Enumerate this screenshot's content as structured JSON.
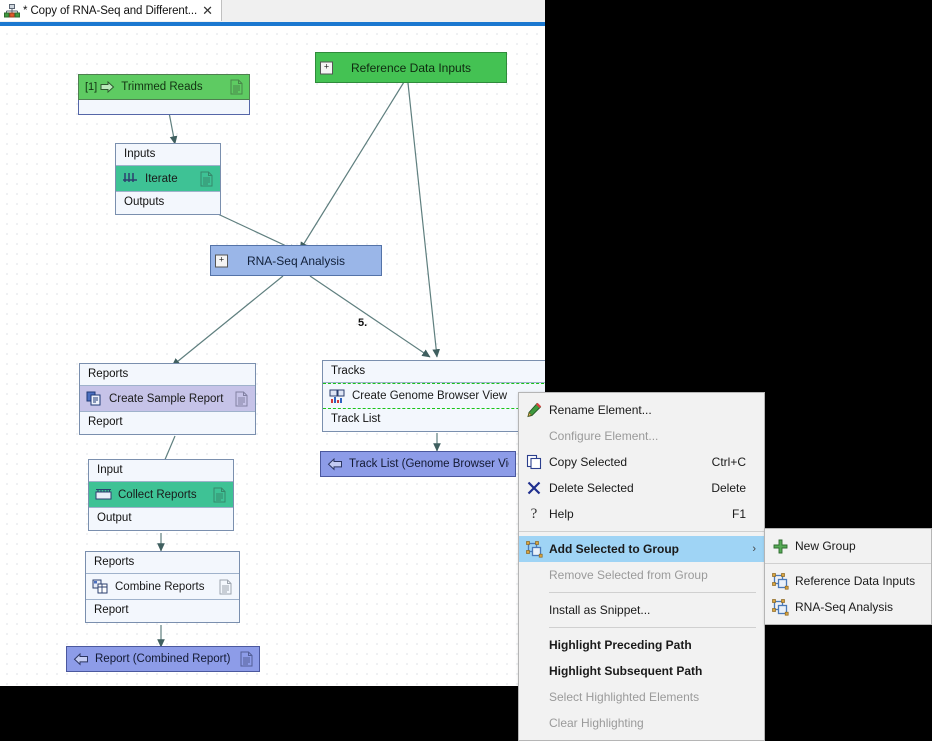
{
  "window": {
    "tab": {
      "icon": "workflow-icon",
      "title": "* Copy of RNA-Seq and Different...",
      "close": "✕"
    }
  },
  "canvas": {
    "nodes": [
      {
        "id": "trimmed-reads",
        "type": "io-green",
        "label": "Trimmed Reads",
        "prefix": "[1]",
        "icon": "input-arrow-icon",
        "doc_icon": "document-icon"
      },
      {
        "id": "iterate",
        "type": "group-box",
        "header": "Inputs",
        "body_label": "Iterate",
        "footer": "Outputs",
        "icon": "iterate-icon",
        "doc_icon": "document-icon",
        "body_color": "#3ec295"
      },
      {
        "id": "reference-data-inputs",
        "type": "collapsed-group-green",
        "label": "Reference Data Inputs",
        "expander": "+"
      },
      {
        "id": "rna-seq-analysis",
        "type": "collapsed-group-blue",
        "label": "RNA-Seq Analysis",
        "expander": "+"
      },
      {
        "id": "create-sample-report",
        "type": "group-box",
        "header": "Reports",
        "body_label": "Create Sample Report",
        "footer": "Report",
        "icon": "create-report-icon",
        "doc_icon": "document-icon",
        "body_color": "#c6c3e8"
      },
      {
        "id": "collect-reports",
        "type": "group-box",
        "header": "Input",
        "body_label": "Collect Reports",
        "footer": "Output",
        "icon": "collect-reports-icon",
        "doc_icon": "document-icon",
        "body_color": "#3ec295"
      },
      {
        "id": "combine-reports",
        "type": "group-box",
        "header": "Reports",
        "body_label": "Combine Reports",
        "footer": "Report",
        "icon": "combine-reports-icon",
        "doc_icon": "document-icon",
        "body_color": "#f3f7fd"
      },
      {
        "id": "report-combined-report",
        "type": "io-blue",
        "label": "Report (Combined Report)",
        "icon": "output-arrow-icon",
        "doc_icon": "document-icon"
      },
      {
        "id": "create-genome-browser-view",
        "type": "group-box",
        "header": "Tracks",
        "body_label": "Create Genome Browser View",
        "footer": "Track List",
        "icon": "genome-browser-icon",
        "doc_icon": "document-icon",
        "body_color": "#f3f7fd",
        "highlighted": true
      },
      {
        "id": "track-list-genome-browser-view",
        "type": "io-blue",
        "label": "Track List (Genome Browser View)",
        "icon": "output-arrow-icon",
        "doc_icon": "document-icon"
      }
    ],
    "edge_label": "5."
  },
  "context_menu": {
    "items": [
      {
        "label": "Rename Element...",
        "accel": "",
        "icon": "pencil-icon",
        "disabled": false,
        "selected": false,
        "bold": false,
        "submenu": false
      },
      {
        "label": "Configure Element...",
        "accel": "",
        "icon": "",
        "disabled": true,
        "selected": false,
        "bold": false,
        "submenu": false
      },
      {
        "label": "Copy Selected",
        "accel": "Ctrl+C",
        "icon": "copy-icon",
        "disabled": false,
        "selected": false,
        "bold": false,
        "submenu": false
      },
      {
        "label": "Delete Selected",
        "accel": "Delete",
        "icon": "delete-x-icon",
        "disabled": false,
        "selected": false,
        "bold": false,
        "submenu": false
      },
      {
        "label": "Help",
        "accel": "F1",
        "icon": "help-icon",
        "disabled": false,
        "selected": false,
        "bold": false,
        "submenu": false
      },
      {
        "label": "Add Selected to Group",
        "accel": "",
        "icon": "group-icon",
        "disabled": false,
        "selected": true,
        "bold": true,
        "submenu": true
      },
      {
        "label": "Remove Selected from Group",
        "accel": "",
        "icon": "",
        "disabled": true,
        "selected": false,
        "bold": false,
        "submenu": false
      },
      {
        "label": "Install as Snippet...",
        "accel": "",
        "icon": "",
        "disabled": false,
        "selected": false,
        "bold": false,
        "submenu": false
      },
      {
        "label": "Highlight Preceding Path",
        "accel": "",
        "icon": "",
        "disabled": false,
        "selected": false,
        "bold": true,
        "submenu": false
      },
      {
        "label": "Highlight Subsequent Path",
        "accel": "",
        "icon": "",
        "disabled": false,
        "selected": false,
        "bold": true,
        "submenu": false
      },
      {
        "label": "Select Highlighted Elements",
        "accel": "",
        "icon": "",
        "disabled": true,
        "selected": false,
        "bold": false,
        "submenu": false
      },
      {
        "label": "Clear Highlighting",
        "accel": "",
        "icon": "",
        "disabled": true,
        "selected": false,
        "bold": false,
        "submenu": false
      }
    ]
  },
  "submenu": {
    "items": [
      {
        "label": "New Group",
        "icon": "plus-green-icon"
      },
      {
        "label": "Reference Data Inputs",
        "icon": "group-icon"
      },
      {
        "label": "RNA-Seq Analysis",
        "icon": "group-icon"
      }
    ]
  },
  "colors": {
    "accent": "#1b78d0",
    "selection": "#9fd4f5",
    "node_green": "#5ecb62",
    "node_blue": "#8d9ce8",
    "group_green": "#44c253",
    "group_blue": "#9ab6e8",
    "teal": "#3ec295",
    "purple": "#c6c3e8",
    "highlight_path": "#19c419"
  }
}
